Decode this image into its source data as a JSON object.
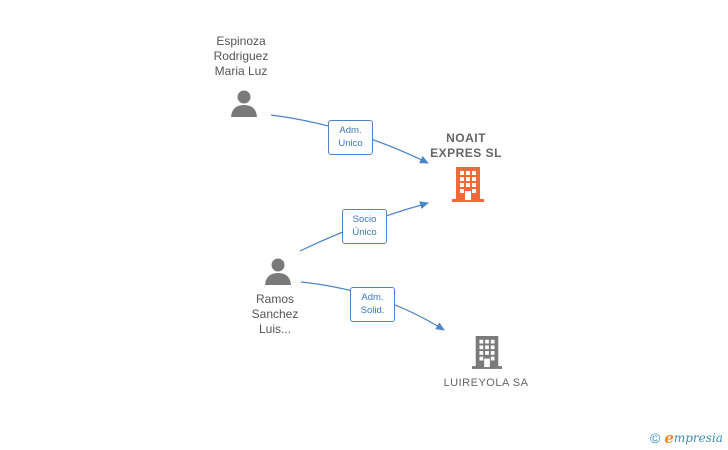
{
  "nodes": {
    "person1": {
      "name": "Espinoza\nRodriguez\nMaria Luz",
      "icon": "person-icon"
    },
    "person2": {
      "name": "Ramos\nSanchez\nLuis...",
      "icon": "person-icon"
    },
    "company_main": {
      "name": "NOAIT\nEXPRES  SL",
      "icon": "building-icon",
      "color": "#f26a3a"
    },
    "company_other": {
      "name": "LUIREYOLA SA",
      "icon": "building-icon",
      "color": "#7a7a7a"
    }
  },
  "edges": {
    "e1": {
      "label": "Adm.\nUnico"
    },
    "e2": {
      "label": "Socio\nÚnico"
    },
    "e3": {
      "label": "Adm.\nSolid."
    }
  },
  "colors": {
    "edge": "#4a86c8",
    "person": "#7a7a7a"
  },
  "footer": {
    "copyright": "©",
    "brand_initial": "e",
    "brand_rest": "mpresia"
  }
}
